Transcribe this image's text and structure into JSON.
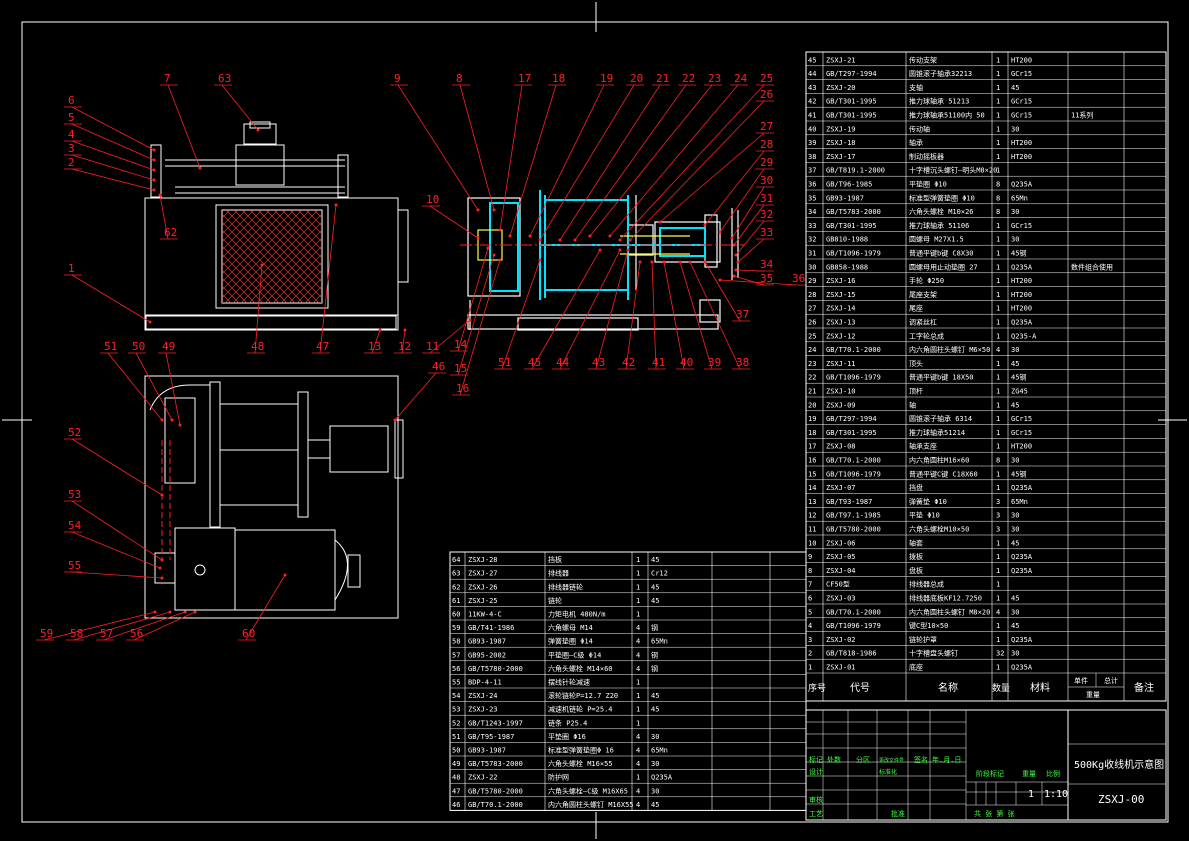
{
  "colors": {
    "background": "#000000",
    "line": "#ffffff",
    "leader": "#ff2020",
    "cyan": "#00e5ff",
    "yellow": "#ffff40",
    "green": "#40ff40",
    "magenta": "#ff40ff"
  },
  "balloons": {
    "front_view": [
      "7",
      "63",
      "6",
      "5",
      "4",
      "3",
      "2",
      "62",
      "1",
      "48",
      "47",
      "13",
      "12",
      "11"
    ],
    "side_view": [
      "9",
      "8",
      "17",
      "18",
      "19",
      "20",
      "21",
      "22",
      "23",
      "24",
      "25",
      "26",
      "27",
      "28",
      "29",
      "30",
      "31",
      "32",
      "33",
      "34",
      "35",
      "36",
      "37",
      "38",
      "39",
      "40",
      "41",
      "42",
      "43",
      "44",
      "45",
      "51",
      "16",
      "15",
      "14",
      "10"
    ],
    "top_view": [
      "51",
      "50",
      "49",
      "46",
      "52",
      "53",
      "54",
      "55",
      "59",
      "58",
      "57",
      "56",
      "60"
    ]
  },
  "bom_right": [
    [
      "45",
      "ZSXJ-21",
      "传动支架",
      "1",
      "HT200",
      ""
    ],
    [
      "44",
      "GB/T297-1994",
      "圆锥滚子轴承32213",
      "1",
      "GCr15",
      ""
    ],
    [
      "43",
      "ZSXJ-20",
      "支轴",
      "1",
      "45",
      ""
    ],
    [
      "42",
      "GB/T301-1995",
      "推力球轴承 51213",
      "1",
      "GCr15",
      ""
    ],
    [
      "41",
      "GB/T301-1995",
      "推力球轴承51100内 50",
      "1",
      "GCr15",
      "11系列"
    ],
    [
      "40",
      "ZSXJ-19",
      "传动轴",
      "1",
      "30",
      ""
    ],
    [
      "39",
      "ZSXJ-18",
      "轴承",
      "1",
      "HT200",
      ""
    ],
    [
      "38",
      "ZSXJ-17",
      "制动摇板器",
      "1",
      "HT200",
      ""
    ],
    [
      "37",
      "GB/T819.1-2000",
      "十字槽沉头螺钉—明头M8×20",
      "1",
      "",
      ""
    ],
    [
      "36",
      "GB/T96-1985",
      "平垫圈 Φ10",
      "8",
      "Q235A",
      ""
    ],
    [
      "35",
      "GB93-1987",
      "标准型弹簧垫圈 Φ10",
      "8",
      "65Mn",
      ""
    ],
    [
      "34",
      "GB/T5783-2000",
      "六角头螺栓 M10×26",
      "8",
      "30",
      ""
    ],
    [
      "33",
      "GB/T301-1995",
      "推力球轴承 51106",
      "1",
      "GCr15",
      ""
    ],
    [
      "32",
      "GB810-1988",
      "圆螺母 M27X1.5",
      "1",
      "30",
      ""
    ],
    [
      "31",
      "GB/T1096-1979",
      "普通平键b键 C8X30",
      "1",
      "45钢",
      ""
    ],
    [
      "30",
      "GB858-1988",
      "圆螺母用止动垫圈 27",
      "1",
      "Q235A",
      "数件组合使用"
    ],
    [
      "29",
      "ZSXJ-16",
      "手轮 Φ250",
      "1",
      "HT200",
      ""
    ],
    [
      "28",
      "ZSXJ-15",
      "尾座支架",
      "1",
      "HT200",
      ""
    ],
    [
      "27",
      "ZSXJ-14",
      "尾座",
      "1",
      "HT200",
      ""
    ],
    [
      "26",
      "ZSXJ-13",
      "调紧丝杠",
      "1",
      "Q235A",
      ""
    ],
    [
      "25",
      "ZSXJ-12",
      "工字轮总成",
      "1",
      "Q235-A",
      ""
    ],
    [
      "24",
      "GB/T70.1-2000",
      "内六角圆柱头螺钉 M6×50",
      "4",
      "30",
      ""
    ],
    [
      "23",
      "ZSXJ-11",
      "顶头",
      "1",
      "45",
      ""
    ],
    [
      "22",
      "GB/T1096-1979",
      "普通平键b键 18X50",
      "1",
      "45钢",
      ""
    ],
    [
      "21",
      "ZSXJ-10",
      "顶杆",
      "1",
      "ZG45",
      ""
    ],
    [
      "20",
      "ZSXJ-09",
      "轴",
      "1",
      "45",
      ""
    ],
    [
      "19",
      "GB/T297-1994",
      "圆锥滚子轴承 6314",
      "1",
      "GCr15",
      ""
    ],
    [
      "18",
      "GB/T301-1995",
      "推力球轴承51214",
      "1",
      "GCr15",
      ""
    ],
    [
      "17",
      "ZSXJ-08",
      "轴承支座",
      "1",
      "HT200",
      ""
    ],
    [
      "16",
      "GB/T70.1-2000",
      "内六角圆柱M16×60",
      "8",
      "30",
      ""
    ],
    [
      "15",
      "GB/T1096-1979",
      "普通平键C键 C18X60",
      "1",
      "45钢",
      ""
    ],
    [
      "14",
      "ZSXJ-07",
      "挡盘",
      "1",
      "Q235A",
      ""
    ],
    [
      "13",
      "GB/T93-1987",
      "弹簧垫 Φ10",
      "3",
      "65Mn",
      ""
    ],
    [
      "12",
      "GB/T97.1-1985",
      "平垫 Φ10",
      "3",
      "30",
      ""
    ],
    [
      "11",
      "GB/T5780-2000",
      "六角头螺栓M10×50",
      "3",
      "30",
      ""
    ],
    [
      "10",
      "ZSXJ-06",
      "轴套",
      "1",
      "45",
      ""
    ],
    [
      "9",
      "ZSXJ-05",
      "拨板",
      "1",
      "Q235A",
      ""
    ],
    [
      "8",
      "ZSXJ-04",
      "盘板",
      "1",
      "Q235A",
      ""
    ],
    [
      "7",
      "CF50型",
      "排线器总成",
      "1",
      "",
      ""
    ],
    [
      "6",
      "ZSXJ-03",
      "排线器底板KF12.7250",
      "1",
      "45",
      ""
    ],
    [
      "5",
      "GB/T70.1-2000",
      "内六角圆柱头螺钉 M8×20",
      "4",
      "30",
      ""
    ],
    [
      "4",
      "GB/T1096-1979",
      "键C型10×50",
      "1",
      "45",
      ""
    ],
    [
      "3",
      "ZSXJ-02",
      "链轮护罩",
      "1",
      "Q235A",
      ""
    ],
    [
      "2",
      "GB/T818-1986",
      "十字槽盘头螺钉",
      "32",
      "30",
      ""
    ],
    [
      "1",
      "ZSXJ-01",
      "底座",
      "1",
      "Q235A",
      ""
    ]
  ],
  "bom_right_header": {
    "no": "序号",
    "code": "代号",
    "name": "名称",
    "qty": "数量",
    "material": "材料",
    "single": "单件",
    "total": "总计",
    "weight": "重量",
    "note": "备注"
  },
  "bom_left": [
    [
      "64",
      "ZSXJ-28",
      "挡板",
      "1",
      "45",
      ""
    ],
    [
      "63",
      "ZSXJ-27",
      "排线器",
      "1",
      "Cr12",
      ""
    ],
    [
      "62",
      "ZSXJ-26",
      "排线器链轮",
      "1",
      "45",
      ""
    ],
    [
      "61",
      "ZSXJ-25",
      "链轮",
      "1",
      "45",
      ""
    ],
    [
      "60",
      "11KW-4-C",
      "力矩电机 480N/m",
      "1",
      "",
      ""
    ],
    [
      "59",
      "GB/T41-1986",
      "六角螺母 M14",
      "4",
      "钢",
      ""
    ],
    [
      "58",
      "GB93-1987",
      "弹簧垫圈 Φ14",
      "4",
      "65Mn",
      ""
    ],
    [
      "57",
      "GB95-2002",
      "平垫圈—C级 Φ14",
      "4",
      "钢",
      ""
    ],
    [
      "56",
      "GB/T5780-2000",
      "六角头螺栓 M14×60",
      "4",
      "钢",
      ""
    ],
    [
      "55",
      "BDP-4-11",
      "摆线针轮减速",
      "1",
      "",
      ""
    ],
    [
      "54",
      "ZSXJ-24",
      "滚轮链轮P=12.7 Z20",
      "1",
      "45",
      ""
    ],
    [
      "53",
      "ZSXJ-23",
      "减速机链轮 P=25.4",
      "1",
      "45",
      ""
    ],
    [
      "52",
      "GB/T1243-1997",
      "链条 P25.4",
      "1",
      "",
      ""
    ],
    [
      "51",
      "GB/T95-1987",
      "平垫圈 Φ16",
      "4",
      "30",
      ""
    ],
    [
      "50",
      "GB93-1987",
      "标准型弹簧垫圈Φ 16",
      "4",
      "65Mn",
      ""
    ],
    [
      "49",
      "GB/T5783-2000",
      "六角头螺栓 M16×55",
      "4",
      "30",
      ""
    ],
    [
      "48",
      "ZSXJ-22",
      "防护网",
      "1",
      "Q235A",
      ""
    ],
    [
      "47",
      "GB/T5780-2000",
      "六角头螺栓—C级 M16X65",
      "4",
      "30",
      ""
    ],
    [
      "46",
      "GB/T70.1-2000",
      "内六角圆柱头螺钉 M16X55",
      "4",
      "45",
      ""
    ]
  ],
  "title_block": {
    "title": "500Kg收线机示意图",
    "drawing_no": "ZSXJ-00",
    "scale_label": "比例",
    "scale": "1:10",
    "weight_label": "重量",
    "stage_label": "阶段标记",
    "qty": "1",
    "sheets": "共 张 第 张",
    "labels": [
      "标记",
      "处数",
      "分区",
      "更改文件号",
      "签名",
      "年.月.日",
      "设计",
      "标准化",
      "审核",
      "工艺",
      "批准"
    ]
  }
}
